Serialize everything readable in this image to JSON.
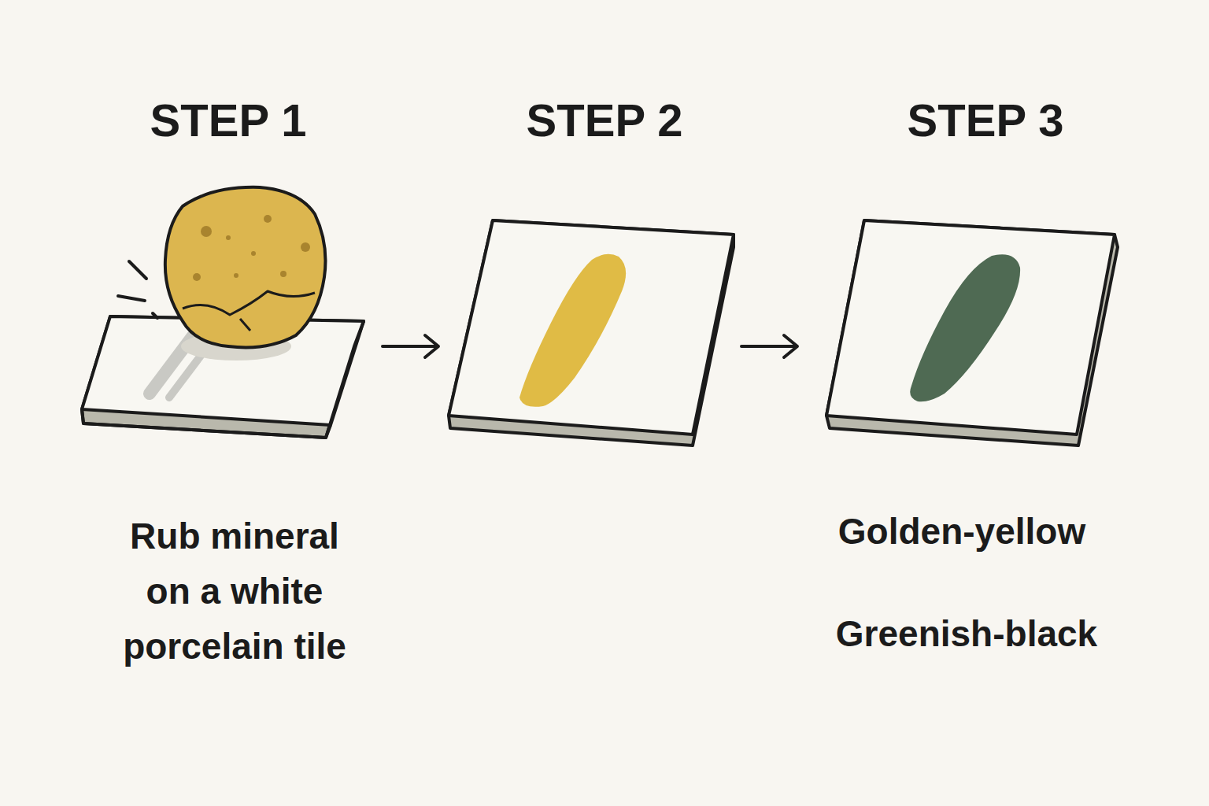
{
  "diagram": {
    "labels": [
      "STEP 1",
      "STEP 2",
      "STEP 3",
      "Rub mineral on a white porcelain tile",
      "Golden-yellow",
      "Greenish-black"
    ]
  }
}
